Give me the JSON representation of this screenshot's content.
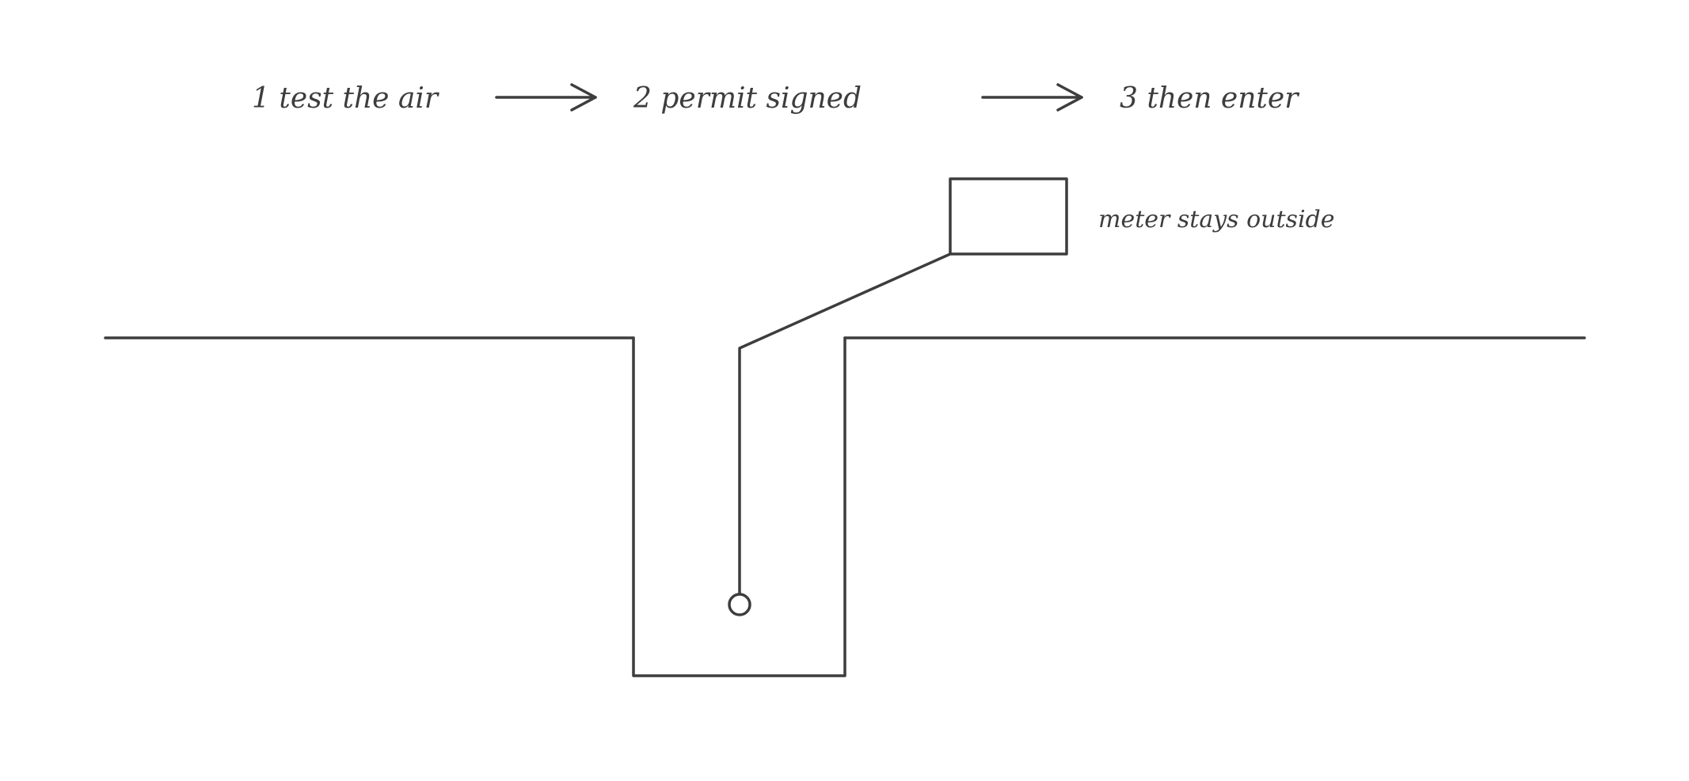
{
  "steps": [
    {
      "label": "1 test the air"
    },
    {
      "label": "2 permit signed"
    },
    {
      "label": "3 then enter"
    }
  ],
  "meter": {
    "label": "meter stays outside"
  },
  "colors": {
    "ink": "#3d3d3d",
    "background": "#ffffff"
  }
}
